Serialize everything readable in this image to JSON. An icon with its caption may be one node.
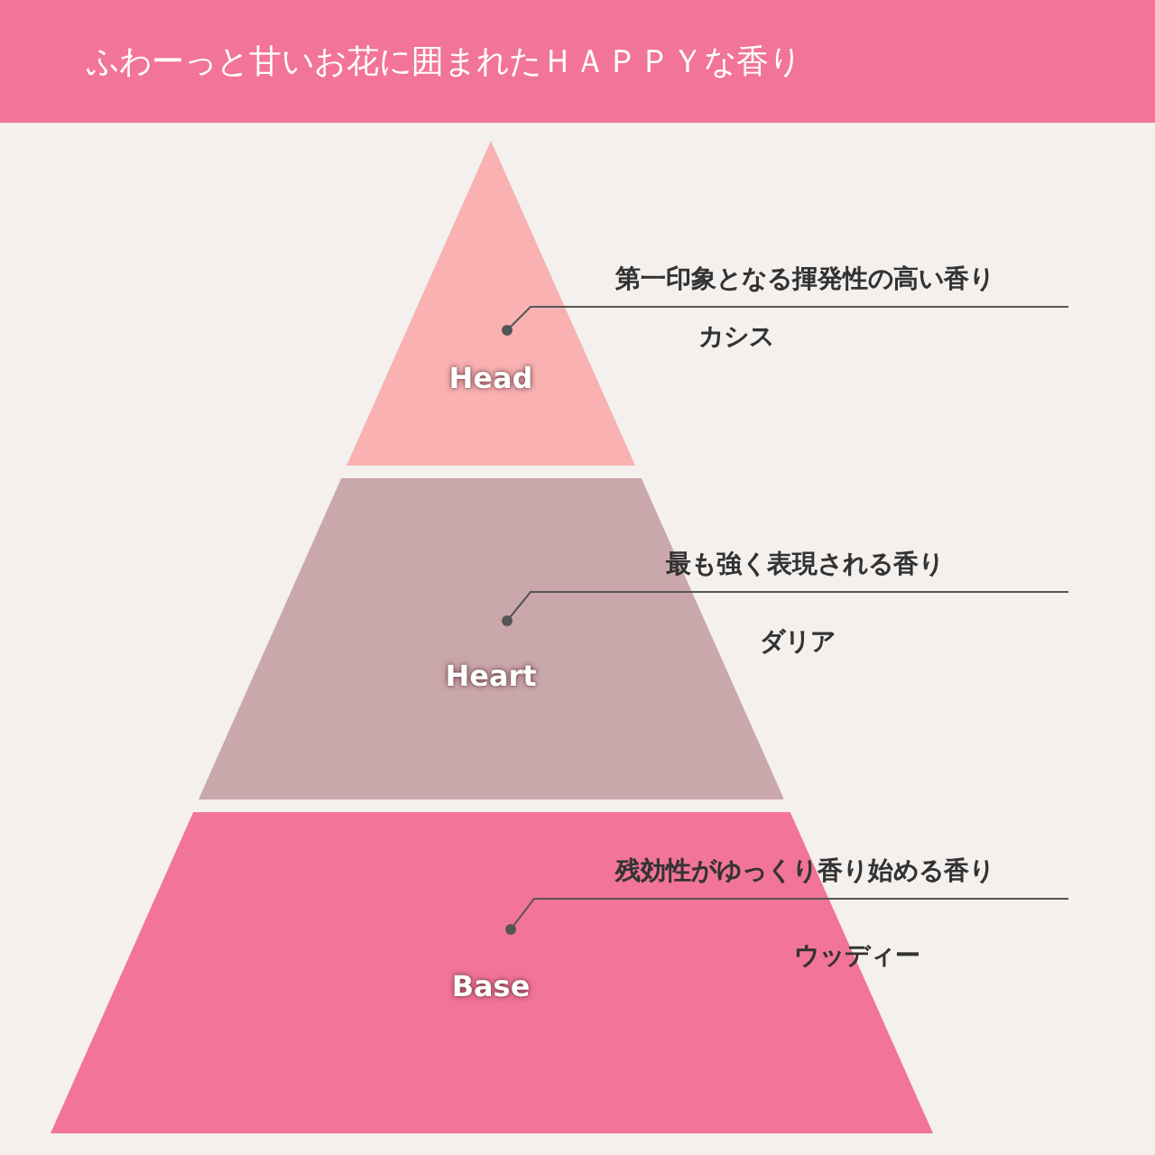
{
  "diagram": {
    "title": "ふわーっと甘いお花に囲まれたＨＡＰＰＹな香り",
    "nodes": [
      {
        "text": [
          "Head"
        ]
      },
      {
        "text": [
          "第一印象となる揮発性の高い香り"
        ]
      },
      {
        "text": [
          "Heart"
        ]
      },
      {
        "text": [
          "最も強く表現される香り"
        ]
      },
      {
        "text": [
          "Base"
        ]
      },
      {
        "text": [
          "残効性がゆっくり香り始める香り"
        ]
      }
    ],
    "edges": [
      {
        "from": 1,
        "to": 0,
        "arrow": "other"
      },
      {
        "from": 3,
        "to": 2,
        "arrow": "other"
      },
      {
        "from": 5,
        "to": 4,
        "arrow": "other"
      }
    ],
    "labels": [
      "カシス",
      "ダリア",
      "ウッディー"
    ]
  }
}
